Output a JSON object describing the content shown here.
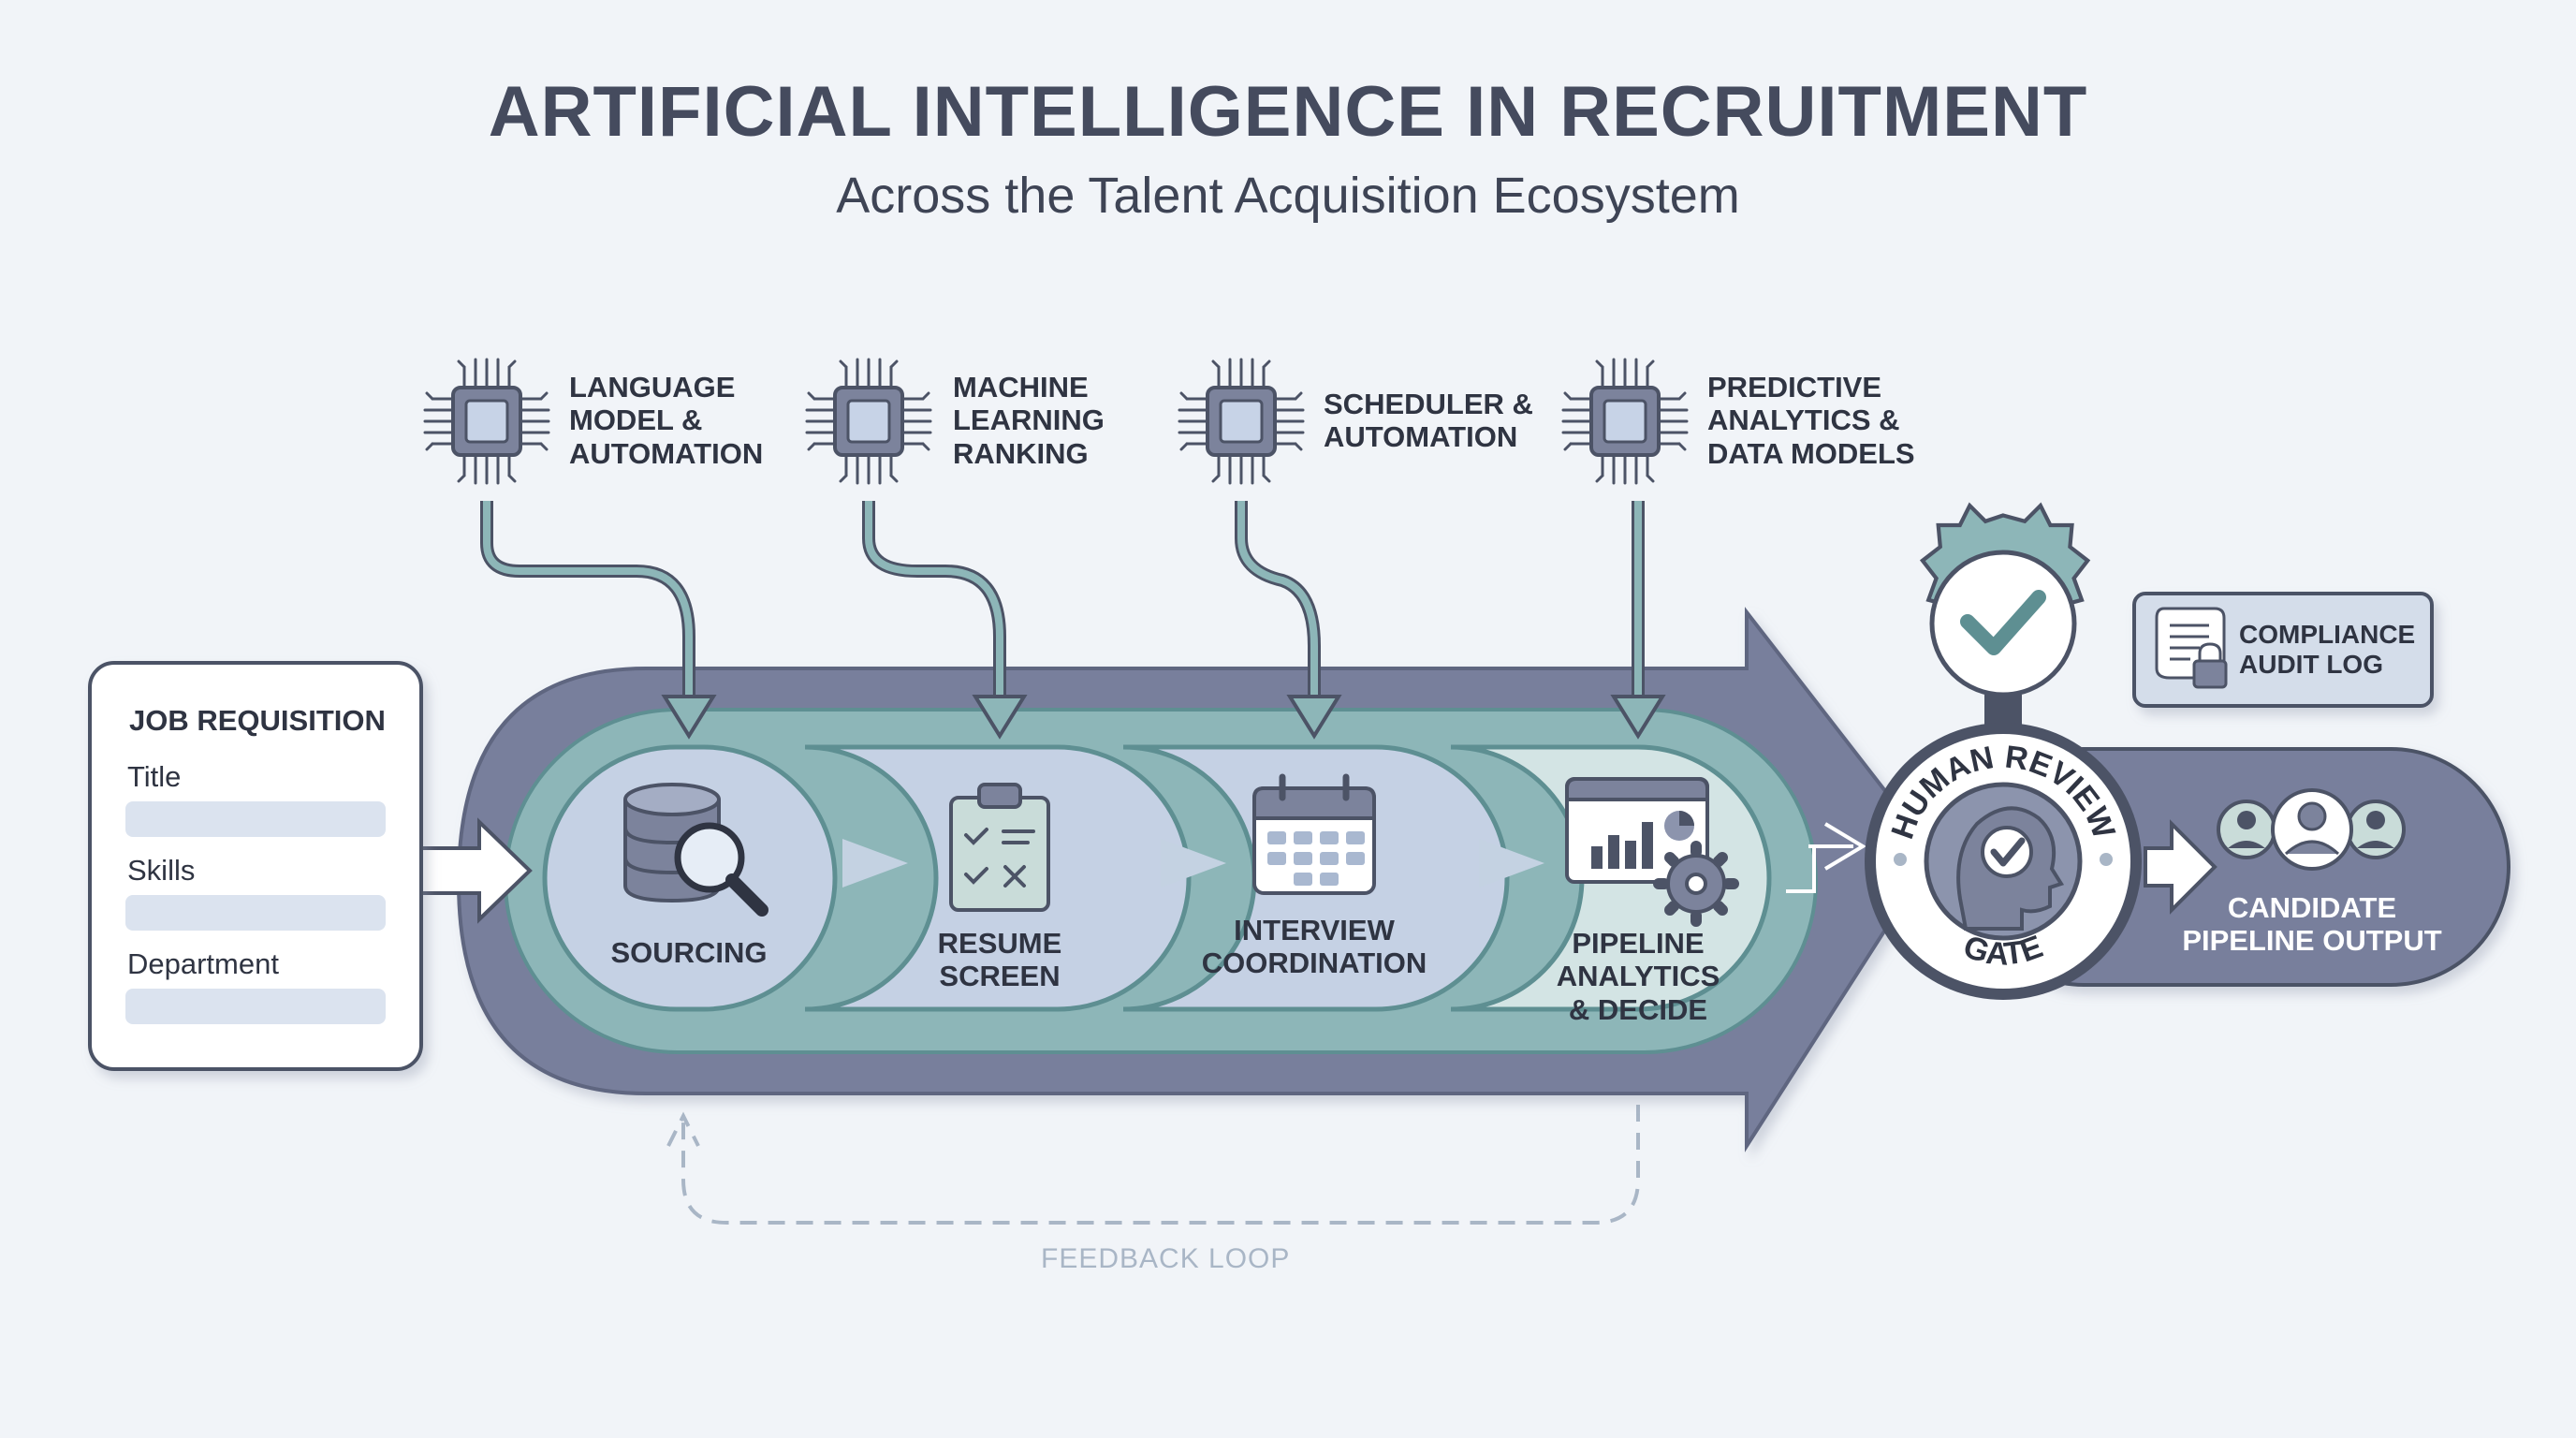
{
  "header": {
    "title": "ARTIFICIAL INTELLIGENCE IN RECRUITMENT",
    "subtitle": "Across the Talent Acquisition Ecosystem"
  },
  "ai_modules": [
    {
      "label": "LANGUAGE\nMODEL &\nAUTOMATION",
      "icon": "chip-icon"
    },
    {
      "label": "MACHINE\nLEARNING\nRANKING",
      "icon": "chip-icon"
    },
    {
      "label": "SCHEDULER &\nAUTOMATION",
      "icon": "chip-icon"
    },
    {
      "label": "PREDICTIVE\nANALYTICS &\nDATA MODELS",
      "icon": "chip-icon"
    }
  ],
  "input": {
    "title": "JOB REQUISITION",
    "fields": [
      "Title",
      "Skills",
      "Department"
    ]
  },
  "stages": [
    {
      "label": "SOURCING",
      "icon": "database-search-icon"
    },
    {
      "label": "RESUME\nSCREEN",
      "icon": "clipboard-checklist-icon"
    },
    {
      "label": "INTERVIEW\nCOORDINATION",
      "icon": "calendar-icon"
    },
    {
      "label": "PIPELINE\nANALYTICS\n& DECIDE",
      "icon": "dashboard-gear-icon"
    }
  ],
  "gate": {
    "top_text": "HUMAN REVIEW",
    "bottom_text": "GATE",
    "icon": "head-check-icon",
    "badge_icon": "check-badge-icon"
  },
  "compliance": {
    "label": "COMPLIANCE\nAUDIT LOG",
    "icon": "scroll-lock-icon"
  },
  "output": {
    "label": "CANDIDATE\nPIPELINE OUTPUT",
    "icon": "people-group-icon"
  },
  "feedback": {
    "label": "FEEDBACK LOOP"
  },
  "colors": {
    "slate": "#787f9c",
    "slate_dark": "#4c5366",
    "teal": "#8db6b8",
    "teal_dark": "#5e8f92",
    "card": "#c5d1e4",
    "card_last": "#d3e4e4",
    "background": "#f1f4f8"
  }
}
